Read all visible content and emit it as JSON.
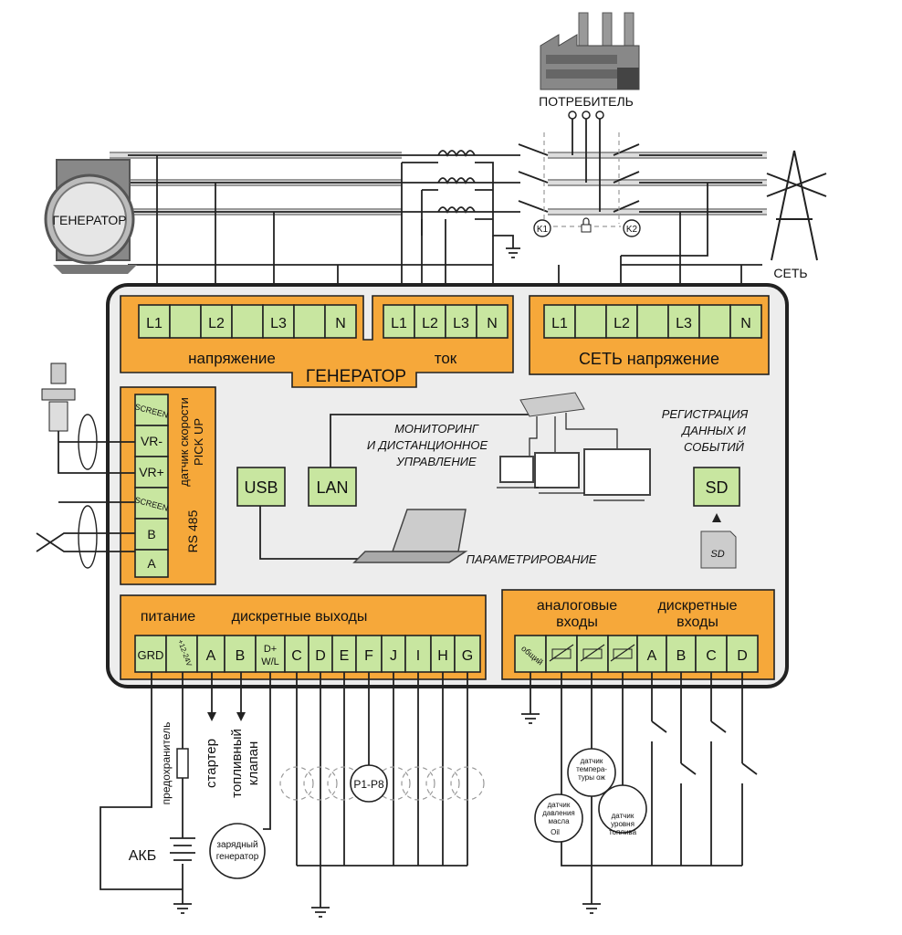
{
  "top": {
    "consumer": "ПОТРЕБИТЕЛЬ",
    "generator": "ГЕНЕРАТОР",
    "grid": "СЕТЬ",
    "k1": "K1",
    "k2": "K2"
  },
  "gen_voltage": {
    "terminals": [
      "L1",
      "",
      "L2",
      "",
      "L3",
      "",
      "N"
    ],
    "label": "напряжение"
  },
  "gen_current": {
    "terminals": [
      "L1",
      "L2",
      "L3",
      "N"
    ],
    "label": "ток"
  },
  "generator_label": "ГЕНЕРАТОР",
  "grid_voltage": {
    "terminals": [
      "L1",
      "",
      "L2",
      "",
      "L3",
      "",
      "N"
    ],
    "label": "СЕТЬ напряжение"
  },
  "pickup": {
    "terminals": [
      "SCREEN",
      "VR-",
      "VR+"
    ],
    "label_line1": "датчик скорости",
    "label_line2": "PICK UP"
  },
  "rs485": {
    "terminals": [
      "SCREEN",
      "B",
      "A"
    ],
    "label": "RS 485"
  },
  "center": {
    "usb": "USB",
    "lan": "LAN",
    "sd": "SD",
    "monitoring": [
      "МОНИТОРИНГ",
      "И ДИСТАНЦИОННОЕ",
      "УПРАВЛЕНИЕ"
    ],
    "registration": [
      "РЕГИСТРАЦИЯ",
      "ДАННЫХ И",
      "СОБЫТИЙ"
    ],
    "parametrization": "ПАРАМЕТРИРОВАНИЕ",
    "sd_logo": "SD"
  },
  "outputs": {
    "power_label": "питание",
    "discrete_label": "дискретные  выходы",
    "terminals": [
      "GRD",
      "+12-24V",
      "A",
      "B",
      "D+\nW/L",
      "C",
      "D",
      "E",
      "F",
      "J",
      "I",
      "H",
      "G"
    ]
  },
  "inputs": {
    "analog_label": [
      "аналоговые",
      "входы"
    ],
    "discrete_label": [
      "дискретные",
      "входы"
    ],
    "common": "общий",
    "terminals": [
      "A",
      "B",
      "C",
      "D"
    ]
  },
  "bottom": {
    "fuse": "предохранитель",
    "starter": "стартер",
    "fuel_valve": [
      "топливный",
      "клапан"
    ],
    "battery": "АКБ",
    "charging_gen": [
      "зарядный",
      "генератор"
    ],
    "relays": "P1-P8",
    "temp_sensor": [
      "датчик",
      "темпера-",
      "туры ож"
    ],
    "oil_sensor": [
      "датчик",
      "давления",
      "масла"
    ],
    "fuel_sensor": [
      "датчик",
      "уровня",
      "топлива"
    ],
    "oil_tag": "Oil"
  }
}
